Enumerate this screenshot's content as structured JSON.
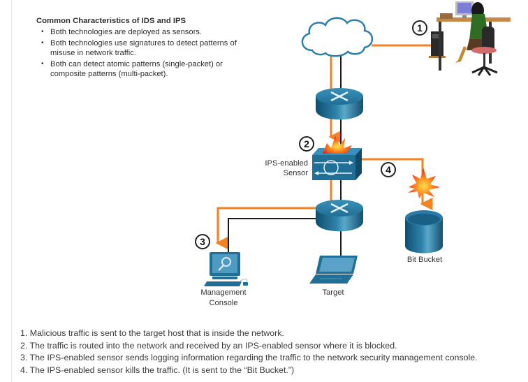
{
  "characteristics": {
    "title": "Common Characteristics of IDS and IPS",
    "items": [
      "Both technologies are deployed as sensors.",
      "Both technologies use signatures to detect patterns of misuse in network traffic.",
      "Both can detect atomic patterns (single-packet) or composite patterns (multi-packet)."
    ]
  },
  "diagram": {
    "nodes": {
      "cloud": {
        "icon": "cloud-icon"
      },
      "attacker": {
        "icon": "attacker-workstation-icon"
      },
      "router_edge": {
        "icon": "router-icon"
      },
      "sensor": {
        "icon": "ips-sensor-icon",
        "label_line1": "IPS-enabled",
        "label_line2": "Sensor"
      },
      "router_internal": {
        "icon": "router-icon"
      },
      "console": {
        "icon": "management-console-icon",
        "label_line1": "Management",
        "label_line2": "Console"
      },
      "target": {
        "icon": "laptop-icon",
        "label": "Target"
      },
      "bucket": {
        "icon": "bit-bucket-icon",
        "label": "Bit Bucket"
      }
    },
    "badges": [
      "1",
      "2",
      "3",
      "4"
    ],
    "colors": {
      "traffic": "#f58220",
      "link": "#1a1a1a",
      "device": "#1f6f97",
      "badge_border": "#222222"
    }
  },
  "steps": [
    "1. Malicious traffic is sent to the target host that is inside the network.",
    "2. The traffic is routed into the network and received by an IPS-enabled sensor where it is blocked.",
    "3. The IPS-enabled sensor sends logging information regarding the traffic to the network security management console.",
    "4. The IPS-enabled sensor kills the traffic. (It is sent to the “Bit Bucket.”)"
  ]
}
